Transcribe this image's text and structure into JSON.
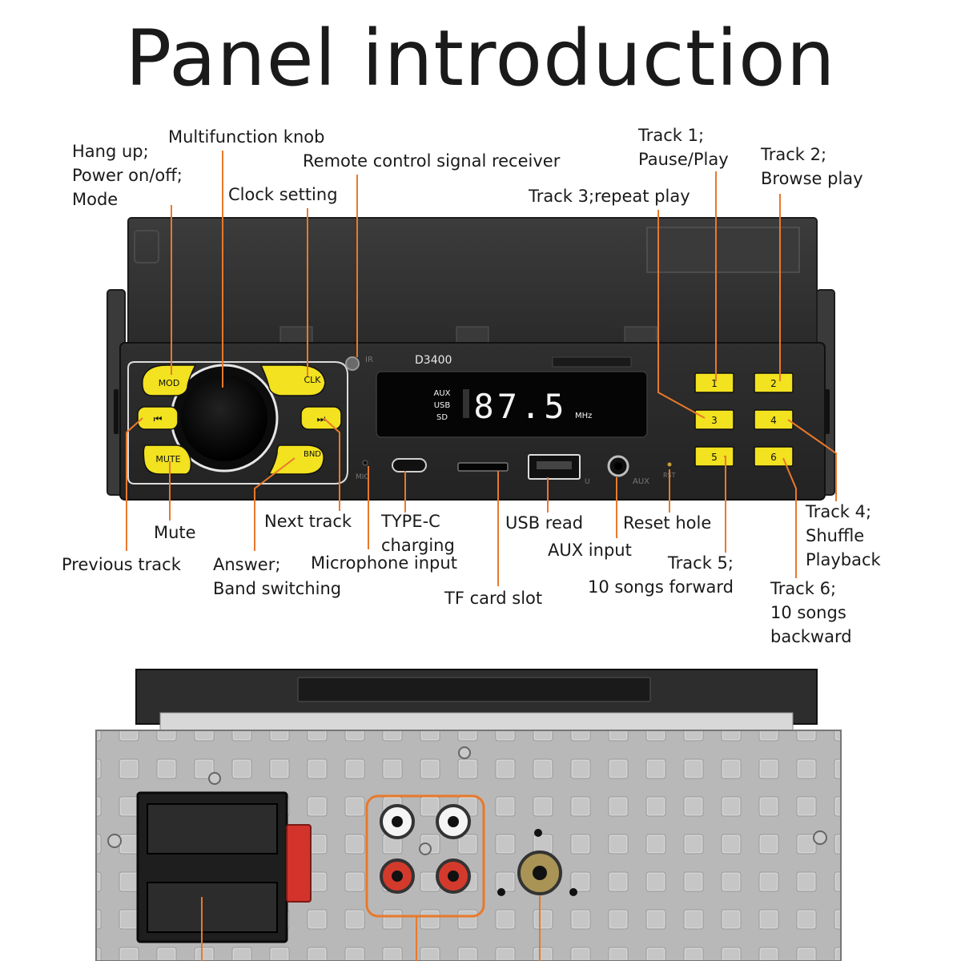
{
  "title": "Panel introduction",
  "device": {
    "model": "D3400",
    "ir_mark": "IR",
    "display": {
      "modes": [
        "AUX",
        "USB",
        "SD"
      ],
      "frequency": "87.5",
      "unit": "MHz"
    },
    "buttons": {
      "mod": "MOD",
      "clk": "CLK",
      "mute": "MUTE",
      "bnd": "BND",
      "prev": "⏮",
      "next": "⏭",
      "presets": [
        "1",
        "2",
        "3",
        "4",
        "5",
        "6"
      ]
    },
    "port_marks": {
      "mic": "MIC",
      "usb": "U",
      "aux": "AUX",
      "rst": "RST"
    }
  },
  "labels": {
    "hang_up": "Hang up;\nPower on/off;\nMode",
    "multifunction_knob": "Multifunction knob",
    "remote_receiver": "Remote control signal receiver",
    "clock_setting": "Clock setting",
    "track1": "Track 1;\nPause/Play",
    "track2": "Track 2;\nBrowse play",
    "track3": "Track 3;repeat play",
    "mute": "Mute",
    "previous_track": "Previous track",
    "next_track": "Next track",
    "answer": "Answer;\nBand switching",
    "type_c": "TYPE-C\ncharging",
    "microphone": "Microphone input",
    "tf_card": "TF card slot",
    "usb_read": "USB read",
    "aux_input": "AUX input",
    "reset_hole": "Reset hole",
    "track5": "Track 5;\n10 songs forward",
    "track4": "Track 4;\nShuffle\nPlayback",
    "track6": "Track 6;\n10 songs\nbackward"
  },
  "colors": {
    "button_yellow": "#f2e21f",
    "connector_highlight": "#e8792b",
    "leader_line": "#e8792b",
    "panel": "#2b2b2b",
    "lcd_text": "#f4f4f4"
  }
}
